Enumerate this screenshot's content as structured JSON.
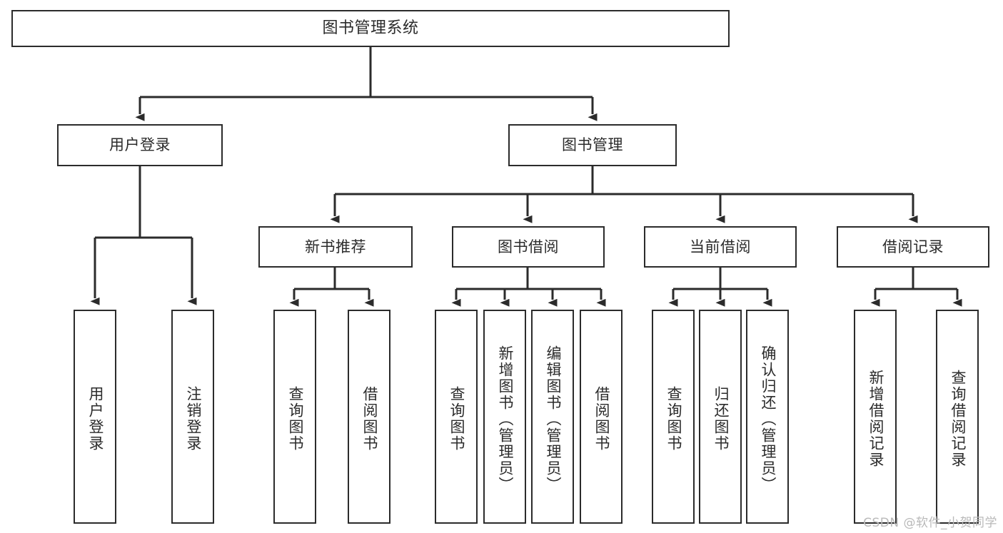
{
  "diagram": {
    "title": "图书管理系统",
    "type": "tree-hierarchy-chart",
    "colors": {
      "box_border": "#2b2b2b",
      "box_fill": "#ffffff",
      "connector": "#2b2b2b",
      "text": "#2b2b2b",
      "watermark": "#b9b9b9",
      "background": "#ffffff"
    },
    "root": {
      "label": "图书管理系统"
    },
    "level2": [
      {
        "label": "用户登录"
      },
      {
        "label": "图书管理"
      }
    ],
    "level3": [
      {
        "label": "新书推荐"
      },
      {
        "label": "图书借阅"
      },
      {
        "label": "当前借阅"
      },
      {
        "label": "借阅记录"
      }
    ],
    "leaves": {
      "user_login": [
        {
          "label": "用户登录"
        },
        {
          "label": "注销登录"
        }
      ],
      "new_book_recommend": [
        {
          "label": "查询图书"
        },
        {
          "label": "借阅图书"
        }
      ],
      "book_borrow": [
        {
          "label": "查询图书"
        },
        {
          "label": "新增图书（管理员）"
        },
        {
          "label": "编辑图书（管理员）"
        },
        {
          "label": "借阅图书"
        }
      ],
      "current_borrow": [
        {
          "label": "查询图书"
        },
        {
          "label": "归还图书"
        },
        {
          "label": "确认归还（管理员）"
        }
      ],
      "borrow_record": [
        {
          "label": "新增借阅记录"
        },
        {
          "label": "查询借阅记录"
        }
      ]
    }
  },
  "watermark": {
    "text": "CSDN @软件_小贺同学"
  }
}
